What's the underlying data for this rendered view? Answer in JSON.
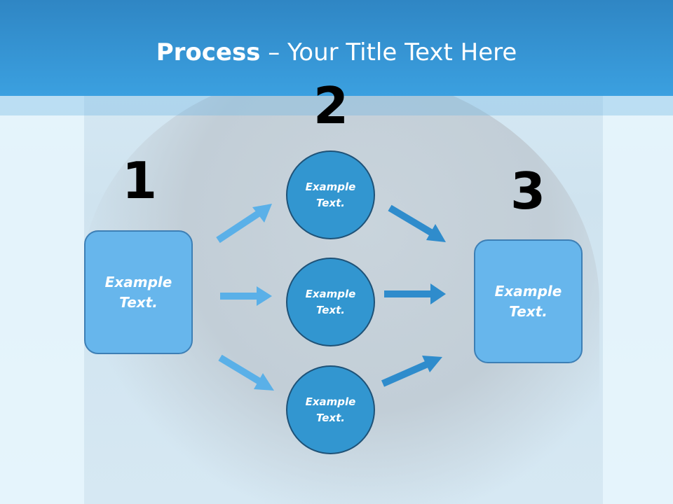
{
  "slide": {
    "title_bold": "Process",
    "title_rest": " – Your Title Text Here"
  },
  "steps": {
    "one": "1",
    "two": "2",
    "three": "3"
  },
  "nodes": {
    "left_box": [
      "Example",
      "Text."
    ],
    "circle_top": [
      "Example",
      "Text."
    ],
    "circle_middle": [
      "Example",
      "Text."
    ],
    "circle_bottom": [
      "Example",
      "Text."
    ],
    "right_box": [
      "Example",
      "Text."
    ]
  },
  "colors": {
    "header": "#3ba0e0",
    "box_fill": "#67b6ec",
    "circle_fill": "#3296d0",
    "left_arrows": "#5ab0e8",
    "right_arrows": "#2f8ccc"
  }
}
